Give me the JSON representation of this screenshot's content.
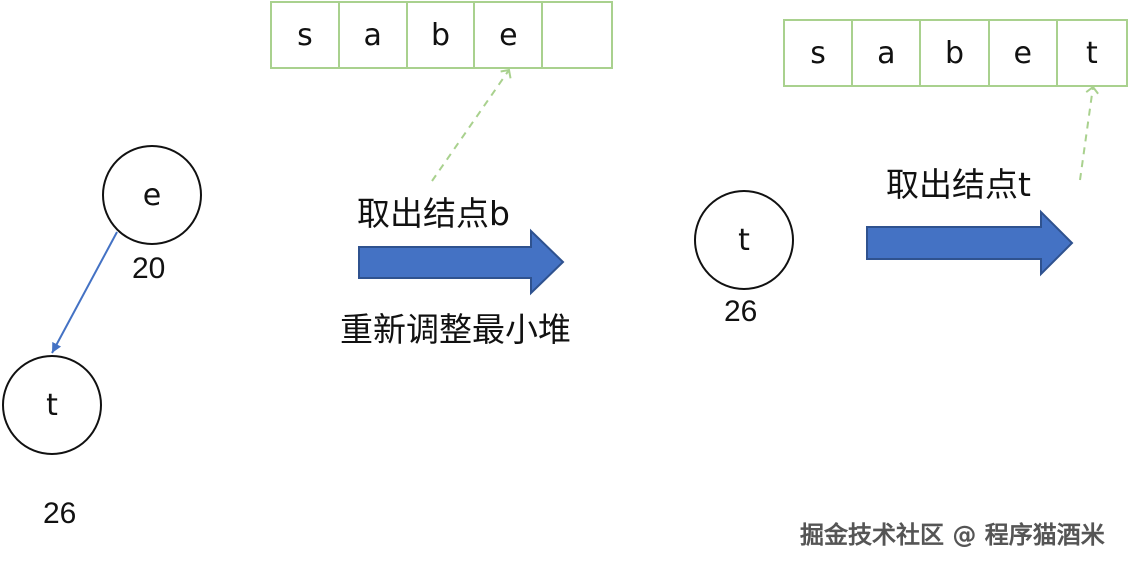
{
  "array_before": {
    "cells": [
      "s",
      "a",
      "b",
      "e",
      ""
    ]
  },
  "array_after": {
    "cells": [
      "s",
      "a",
      "b",
      "e",
      "t"
    ]
  },
  "tree": {
    "root": {
      "label": "e",
      "weight": "20"
    },
    "child": {
      "label": "t",
      "weight": "26"
    }
  },
  "step1": {
    "label_top": "取出结点b",
    "label_bottom": "重新调整最小堆"
  },
  "middle_node": {
    "label": "t",
    "weight": "26"
  },
  "step2": {
    "label_top": "取出结点t"
  },
  "watermark": "掘金技术社区 @ 程序猫酒米",
  "colors": {
    "array_border": "#a9d18e",
    "dashed_arrow": "#a9d18e",
    "big_arrow_fill": "#4472c4",
    "big_arrow_stroke": "#2f528f",
    "tree_edge": "#4472c4"
  }
}
